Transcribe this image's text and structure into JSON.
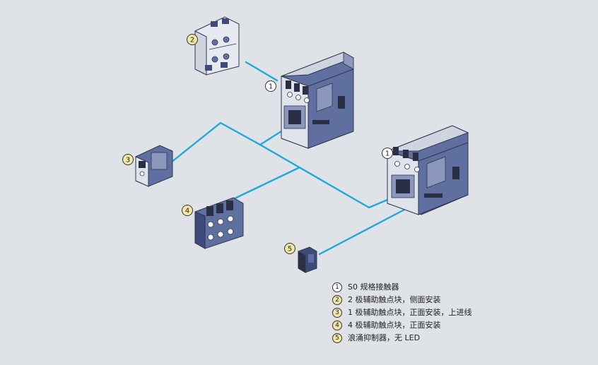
{
  "colors": {
    "background": "#dfe2e6",
    "connector": "#1fa8dc",
    "device_blue": "#5e6fa0",
    "device_blue_dark": "#3d4b7a",
    "device_light": "#dfe3ec",
    "badge_white": "#ffffff",
    "badge_yellow": "#f2e7a6"
  },
  "callouts": [
    {
      "num": "1",
      "style": "white"
    },
    {
      "num": "1",
      "style": "white"
    },
    {
      "num": "2",
      "style": "yellow"
    },
    {
      "num": "3",
      "style": "yellow"
    },
    {
      "num": "4",
      "style": "yellow"
    },
    {
      "num": "5",
      "style": "yellow"
    }
  ],
  "legend": [
    {
      "num": "1",
      "style": "white",
      "text": "S0 规格接触器"
    },
    {
      "num": "2",
      "style": "yellow",
      "text": "2 极辅助触点块，侧面安装"
    },
    {
      "num": "3",
      "style": "yellow",
      "text": "1 极辅助触点块，正面安装，上进线"
    },
    {
      "num": "4",
      "style": "yellow",
      "text": "4 极辅助触点块，正面安装"
    },
    {
      "num": "5",
      "style": "yellow",
      "text": "浪涌抑制器，无 LED"
    }
  ]
}
